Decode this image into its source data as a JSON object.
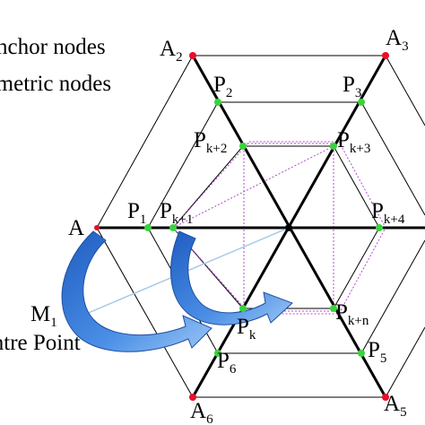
{
  "legend": {
    "anchor_nodes": "Anchor nodes",
    "geometric_nodes": "Geometric nodes"
  },
  "labels": {
    "A2": {
      "main": "A",
      "sub": "2"
    },
    "A3": {
      "main": "A",
      "sub": "3"
    },
    "A5": {
      "main": "A",
      "sub": "5"
    },
    "A6": {
      "main": "A",
      "sub": "6"
    },
    "A_left": {
      "main": "A",
      "sub": ""
    },
    "P1": {
      "main": "P",
      "sub": "1"
    },
    "P2": {
      "main": "P",
      "sub": "2"
    },
    "P3": {
      "main": "P",
      "sub": "3"
    },
    "P5": {
      "main": "P",
      "sub": "5"
    },
    "P6": {
      "main": "P",
      "sub": "6"
    },
    "Pk": {
      "main": "P",
      "sub": "k"
    },
    "Pk1": {
      "main": "P",
      "sub": "k+1"
    },
    "Pk2": {
      "main": "P",
      "sub": "k+2"
    },
    "Pk3": {
      "main": "P",
      "sub": "k+3"
    },
    "Pk4": {
      "main": "P",
      "sub": "k+4"
    },
    "Pkn": {
      "main": "P",
      "sub": "k+n"
    },
    "M1": {
      "main": "M",
      "sub": "1"
    },
    "centre": "Centre Point"
  },
  "colors": {
    "anchor": "#e8102a",
    "geometric": "#39d43c",
    "center": "#000000",
    "dotted": "#b04ccc",
    "arrow": "#2e6fd0",
    "line": "#000000",
    "m1_line": "#a9cde6"
  }
}
